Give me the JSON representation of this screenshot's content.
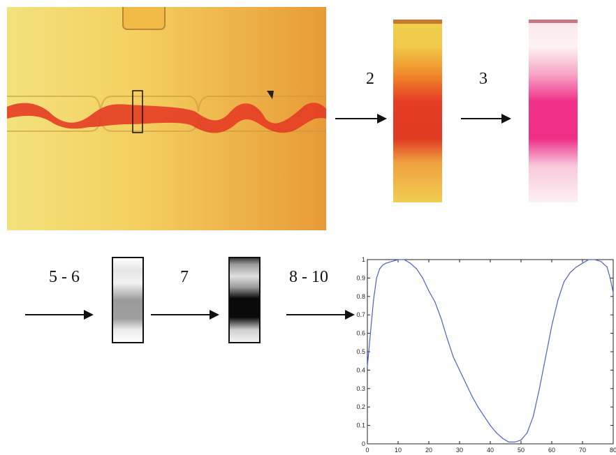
{
  "steps": {
    "step_2": "2",
    "step_3": "3",
    "step_5_6": "5 - 6",
    "step_7": "7",
    "step_8_10": "8 - 10"
  },
  "colors": {
    "photo_bg": "#f0c24a",
    "stream_red": "#e43c25",
    "crop_pink": "#f0308a",
    "plot_line": "#4a5fd0"
  },
  "chart_data": {
    "type": "line",
    "x": [
      0,
      1,
      2,
      3,
      4,
      5,
      6,
      8,
      10,
      12,
      14,
      16,
      18,
      20,
      22,
      24,
      26,
      28,
      30,
      32,
      34,
      36,
      38,
      40,
      42,
      44,
      46,
      48,
      50,
      52,
      54,
      56,
      58,
      60,
      62,
      64,
      66,
      68,
      70,
      72,
      74,
      76,
      78,
      79,
      80
    ],
    "y": [
      0.42,
      0.6,
      0.78,
      0.9,
      0.95,
      0.97,
      0.98,
      0.99,
      1.0,
      1.0,
      0.98,
      0.95,
      0.9,
      0.83,
      0.77,
      0.68,
      0.57,
      0.47,
      0.4,
      0.33,
      0.26,
      0.2,
      0.15,
      0.1,
      0.06,
      0.03,
      0.01,
      0.01,
      0.02,
      0.06,
      0.15,
      0.3,
      0.47,
      0.64,
      0.78,
      0.88,
      0.93,
      0.96,
      0.98,
      1.0,
      1.0,
      0.99,
      0.96,
      0.9,
      0.82
    ],
    "xlim": [
      0,
      80
    ],
    "ylim": [
      0,
      1
    ],
    "xticks": [
      "0",
      "10",
      "20",
      "30",
      "40",
      "50",
      "60",
      "70",
      "80"
    ],
    "yticks": [
      "0",
      "0.1",
      "0.2",
      "0.3",
      "0.4",
      "0.5",
      "0.6",
      "0.7",
      "0.8",
      "0.9",
      "1"
    ],
    "grid": false
  }
}
